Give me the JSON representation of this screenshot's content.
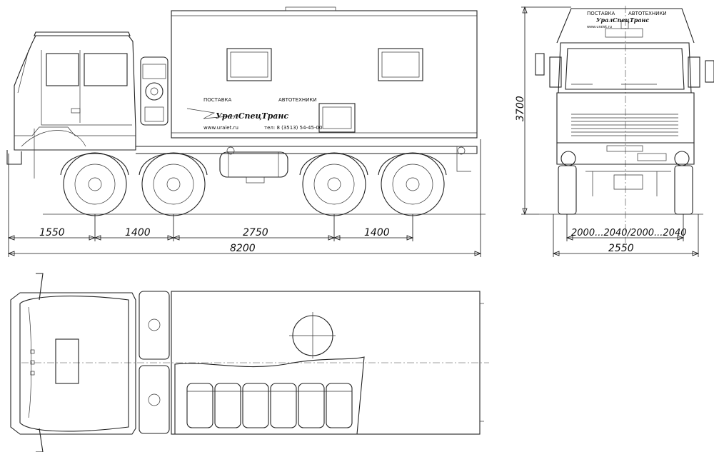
{
  "dimensions": {
    "front_overhang": "1550",
    "wheelbase_1_2": "1400",
    "wheelbase_2_3": "2750",
    "wheelbase_3_4": "1400",
    "overall_length": "8200",
    "overall_height": "3700",
    "track_width": "2000...2040/2000...2040",
    "overall_width": "2550"
  },
  "body_lettering": {
    "supply": "ПОСТАВКА",
    "product": "АВТОТЕХНИКИ",
    "brand": "УралСпецТранс",
    "website": "www.uraiet.ru",
    "phone": "тел: 8 (3513) 54-45-00"
  },
  "front_lettering": {
    "supply": "ПОСТАВКА",
    "product": "АВТОТЕХНИКИ",
    "brand": "УралСпецТранс",
    "website": "www.uraiet.ru"
  },
  "colors": {
    "line": "#222222",
    "background": "#ffffff"
  }
}
